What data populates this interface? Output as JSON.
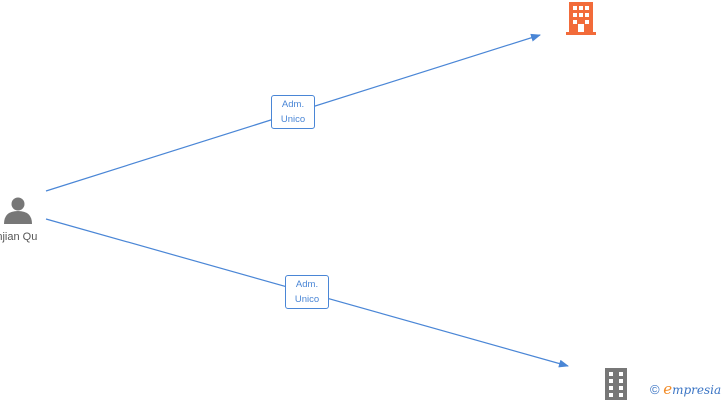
{
  "person": {
    "name": "Anjian Qu",
    "icon": "person-icon",
    "color": "#777777"
  },
  "companies": [
    {
      "icon": "building-icon",
      "color": "#f26b3a"
    },
    {
      "icon": "building-icon",
      "color": "#777777"
    }
  ],
  "edges": [
    {
      "line1": "Adm.",
      "line2": "Unico"
    },
    {
      "line1": "Adm.",
      "line2": "Unico"
    }
  ],
  "copyright": {
    "symbol": "©",
    "brand_initial": "e",
    "brand_rest": "mpresia"
  },
  "colors": {
    "edge": "#4a86d6",
    "label_text": "#555555"
  }
}
